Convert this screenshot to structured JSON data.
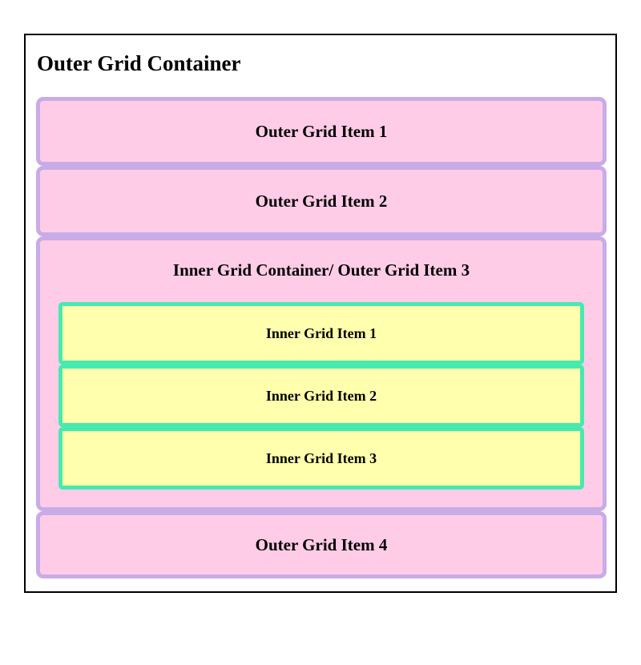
{
  "outer_container": {
    "title": "Outer Grid Container"
  },
  "outer_items": [
    {
      "label": "Outer Grid Item 1"
    },
    {
      "label": "Outer Grid Item 2"
    },
    {
      "label": "Inner Grid Container/ Outer Grid Item 3"
    },
    {
      "label": "Outer Grid Item 4"
    }
  ],
  "inner_items": [
    {
      "label": "Inner Grid Item 1"
    },
    {
      "label": "Inner Grid Item 2"
    },
    {
      "label": "Inner Grid Item 3"
    }
  ],
  "colors": {
    "outer_item_bg": "#ffcce8",
    "outer_item_border": "#c8ace8",
    "inner_item_bg": "#ffffad",
    "inner_item_border": "#47eaae",
    "frame_border": "#000000",
    "text": "#000000",
    "page_bg": "#ffffff"
  }
}
